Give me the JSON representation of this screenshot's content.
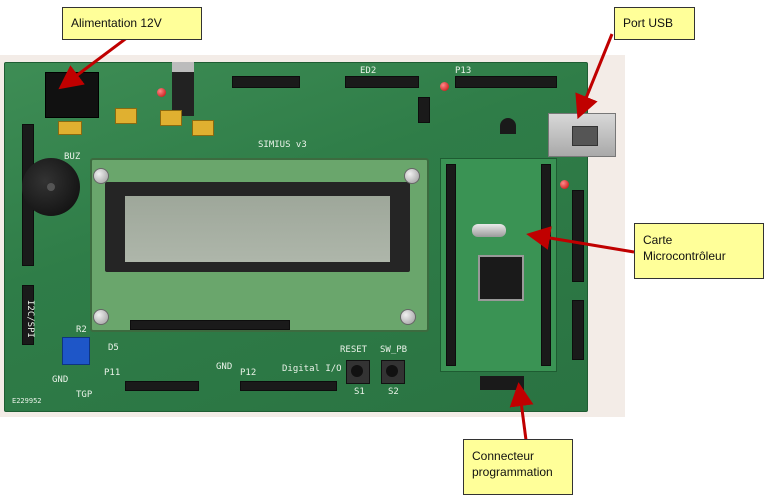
{
  "callouts": {
    "power": "Alimentation 12V",
    "usb": "Port USB",
    "micro_line1": "Carte",
    "micro_line2": "Microcontrôleur",
    "prog_line1": "Connecteur",
    "prog_line2": "programmation"
  },
  "board_silkscreen": {
    "board_name": "SIMIUS v3",
    "reset_label": "RESET",
    "sw_pb_label": "SW_PB",
    "s1": "S1",
    "s2": "S2",
    "digital_io": "Digital I/O",
    "p11": "P11",
    "p12": "P12",
    "p13": "P13",
    "ed2": "ED2",
    "gnd_left": "GND",
    "gnd_mid": "GND",
    "i2c_spi": "I2C/SPI",
    "r2": "R2",
    "d5": "D5",
    "buz": "BUZ",
    "catalog_no": "E229952",
    "tgp": "TGP"
  },
  "colors": {
    "callout_fill": "#ffff99",
    "arrow": "#c00000",
    "pcb": "#2f7d48"
  }
}
